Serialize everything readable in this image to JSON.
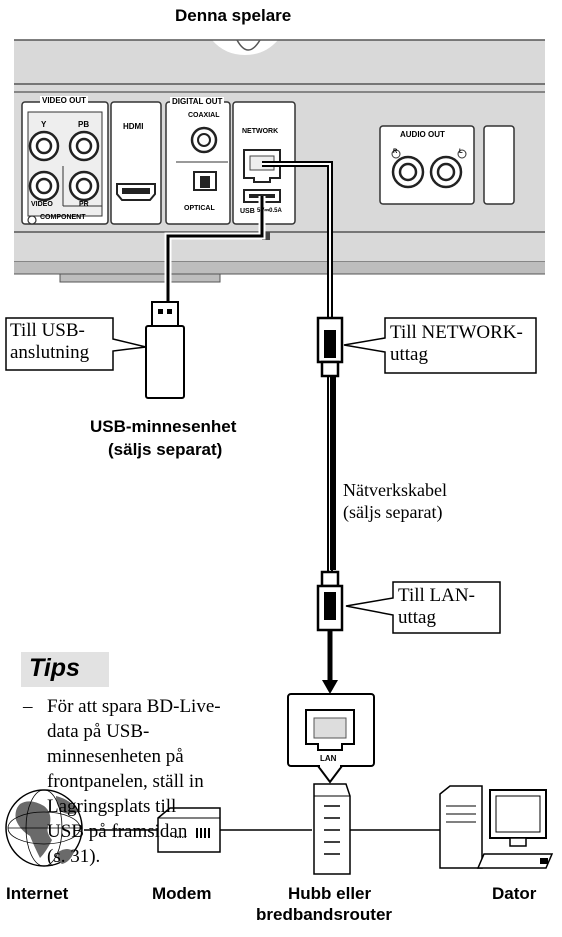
{
  "title": "Denna spelare",
  "panel": {
    "video_out": "VIDEO OUT",
    "y": "Y",
    "pb": "PB",
    "video": "VIDEO",
    "pr": "PR",
    "component": "COMPONENT",
    "hdmi": "HDMI",
    "digital_out": "DIGITAL OUT",
    "coaxial": "COAXIAL",
    "optical": "OPTICAL",
    "network": "NETWORK",
    "usb": "USB",
    "usb_rating": "5V⎓0.5A",
    "audio_out": "AUDIO OUT",
    "r": "R",
    "l": "L"
  },
  "callouts": {
    "usb": "Till USB-\nanslutning",
    "network": "Till NETWORK-\nuttag",
    "lan": "Till LAN-\nuttag"
  },
  "usb_device": {
    "line1": "USB-minnesenhet",
    "line2": "(säljs separat)"
  },
  "cable": {
    "line1": "Nätverkskabel",
    "line2": "(säljs separat)"
  },
  "tips": {
    "title": "Tips",
    "dash": "–",
    "lines": [
      "För att spara BD-Live-",
      "data på USB-",
      "minnesenheten på",
      "frontpanelen, ställ in",
      "Lagringsplats till",
      "USB på framsidan",
      "(s. 31)."
    ]
  },
  "lan_port": "LAN",
  "devices": {
    "internet": "Internet",
    "modem": "Modem",
    "hub_line1": "Hubb eller",
    "hub_line2": "bredbandsrouter",
    "computer": "Dator"
  },
  "colors": {
    "panel": "#d9d9d9",
    "panel_dark": "#bdbdbd",
    "tips_bg": "#e2e2e2",
    "globe": "#6a6a6a"
  }
}
